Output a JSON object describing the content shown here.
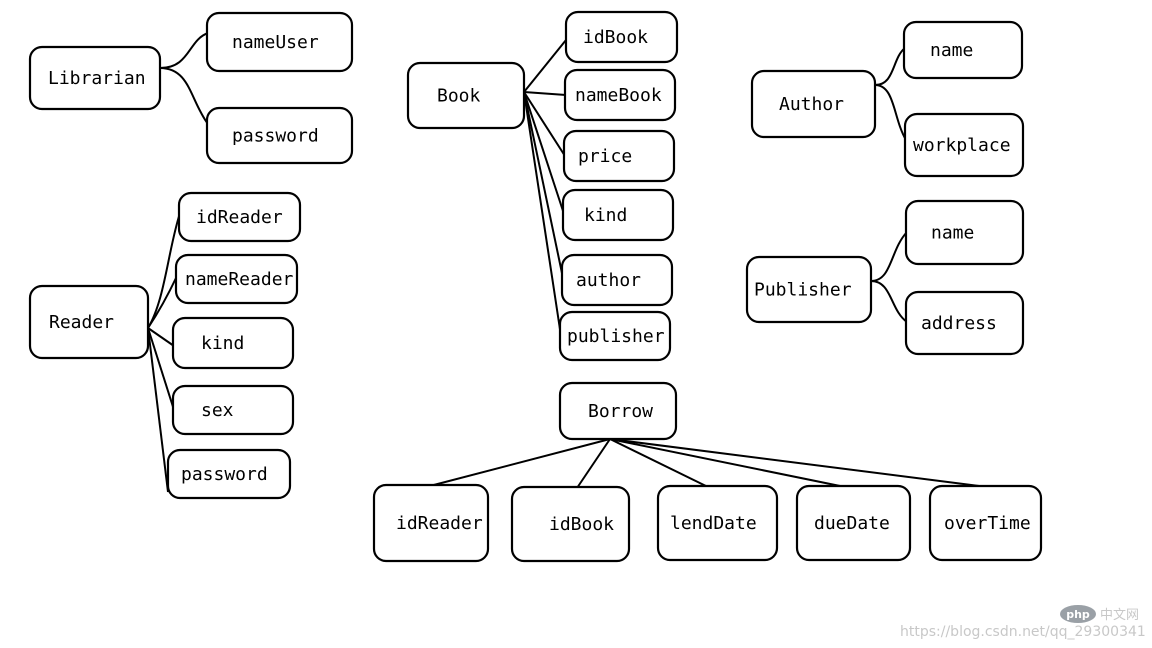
{
  "entities": {
    "librarian": {
      "name": "Librarian",
      "attributes": [
        "nameUser",
        "password"
      ]
    },
    "book": {
      "name": "Book",
      "attributes": [
        "idBook",
        "nameBook",
        "price",
        "kind",
        "author",
        "publisher"
      ]
    },
    "author": {
      "name": "Author",
      "attributes": [
        "name",
        "workplace"
      ]
    },
    "publisher": {
      "name": "Publisher",
      "attributes": [
        "name",
        "address"
      ]
    },
    "reader": {
      "name": "Reader",
      "attributes": [
        "idReader",
        "nameReader",
        "kind",
        "sex",
        "password"
      ]
    },
    "borrow": {
      "name": "Borrow",
      "attributes": [
        "idReader",
        "idBook",
        "lendDate",
        "dueDate",
        "overTime"
      ]
    }
  },
  "watermark": {
    "logo_text": "php",
    "site_text": "中文网",
    "url": "https://blog.csdn.net/qq_29300341"
  },
  "colors": {
    "stroke": "#000000",
    "background": "#ffffff",
    "watermark": "#c8c8c8"
  }
}
